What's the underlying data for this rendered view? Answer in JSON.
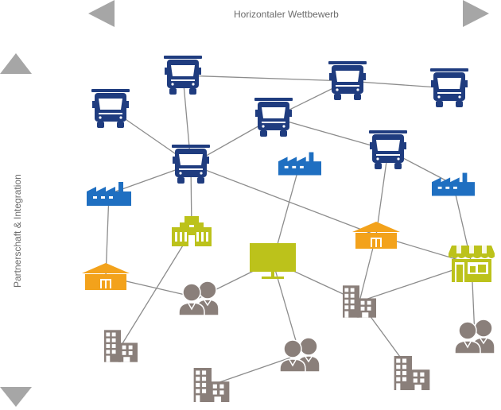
{
  "horizontal_axis": {
    "label": "Horizontaler Wettbewerb"
  },
  "vertical_axis": {
    "label": "Partnerschaft & Integration"
  },
  "colors": {
    "truck": "#1f3c7f",
    "factory": "#1f6fc1",
    "warehouse": "#f3a21b",
    "hq": "#bcc21b",
    "monitor": "#bcc21b",
    "shop": "#bcc21b",
    "people": "#8a7f7a",
    "building": "#8a7f7a",
    "line": "#8c8c8c",
    "arrow": "#a6a6a6"
  },
  "nodes": [
    {
      "id": "truck1",
      "type": "truck"
    },
    {
      "id": "truck2",
      "type": "truck"
    },
    {
      "id": "truck3",
      "type": "truck"
    },
    {
      "id": "truck4",
      "type": "truck"
    },
    {
      "id": "truck5",
      "type": "truck"
    },
    {
      "id": "truck6",
      "type": "truck"
    },
    {
      "id": "truck7",
      "type": "truck"
    },
    {
      "id": "factory1",
      "type": "factory"
    },
    {
      "id": "factory2",
      "type": "factory"
    },
    {
      "id": "factory3",
      "type": "factory"
    },
    {
      "id": "hq",
      "type": "hq"
    },
    {
      "id": "monitor",
      "type": "monitor"
    },
    {
      "id": "shop",
      "type": "shop"
    },
    {
      "id": "warehouse1",
      "type": "warehouse"
    },
    {
      "id": "warehouse2",
      "type": "warehouse"
    },
    {
      "id": "people1",
      "type": "people"
    },
    {
      "id": "people2",
      "type": "people"
    },
    {
      "id": "people3",
      "type": "people"
    },
    {
      "id": "building1",
      "type": "building"
    },
    {
      "id": "building2",
      "type": "building"
    },
    {
      "id": "building3",
      "type": "building"
    },
    {
      "id": "building4",
      "type": "building"
    }
  ],
  "edges": [
    [
      "truck2",
      "truck3"
    ],
    [
      "truck3",
      "truck4"
    ],
    [
      "truck3",
      "truck5"
    ],
    [
      "truck2",
      "truck6"
    ],
    [
      "truck1",
      "truck6"
    ],
    [
      "truck5",
      "truck6"
    ],
    [
      "truck5",
      "truck7"
    ],
    [
      "truck6",
      "factory1"
    ],
    [
      "truck6",
      "hq"
    ],
    [
      "truck6",
      "warehouse2"
    ],
    [
      "factory1",
      "warehouse1"
    ],
    [
      "factory2",
      "monitor"
    ],
    [
      "truck7",
      "warehouse2"
    ],
    [
      "truck7",
      "factory3"
    ],
    [
      "factory3",
      "shop"
    ],
    [
      "hq",
      "building1"
    ],
    [
      "warehouse1",
      "people1"
    ],
    [
      "people1",
      "monitor"
    ],
    [
      "monitor",
      "building3"
    ],
    [
      "monitor",
      "people2"
    ],
    [
      "people2",
      "building2"
    ],
    [
      "warehouse2",
      "building3"
    ],
    [
      "warehouse2",
      "shop"
    ],
    [
      "shop",
      "building3"
    ],
    [
      "shop",
      "people3"
    ],
    [
      "building3",
      "building4"
    ]
  ]
}
